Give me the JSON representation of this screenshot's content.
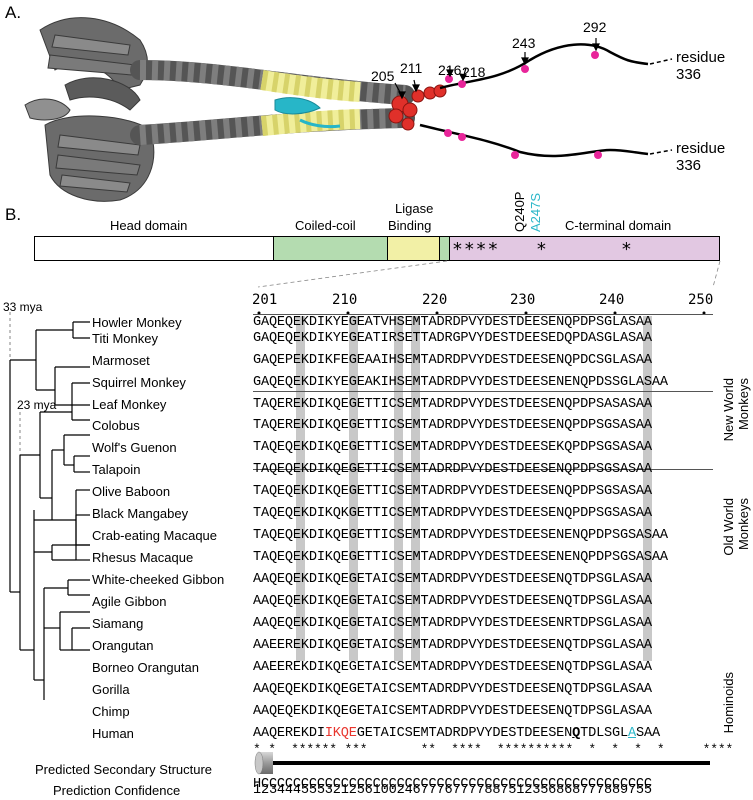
{
  "panel_a": {
    "label": "A.",
    "residue_labels": [
      "205",
      "211",
      "216",
      "218",
      "243",
      "292"
    ],
    "tail_label_1": "residue 336",
    "tail_label_2": "residue 336"
  },
  "panel_b": {
    "label": "B.",
    "domains": {
      "head": "Head domain",
      "coiled": "Coiled-coil",
      "ligase_1": "Ligase",
      "ligase_2": "Binding",
      "cterm": "C-terminal domain",
      "stars_1": "****",
      "stars_2": "*",
      "stars_3": "*"
    },
    "mutations": {
      "m1": "Q240P",
      "m2": "A247S"
    },
    "axis_numbers": [
      "201",
      "210",
      "220",
      "230",
      "240",
      "250"
    ],
    "time_labels": {
      "t1": "33 mya",
      "t2": "23 mya"
    },
    "species": [
      {
        "name": "Howler Monkey",
        "seq": "GAQEQEKDIKYEGEATVHSEMTADRDPVYDESTDEESENQPDPSGLASAA"
      },
      {
        "name": "Titi Monkey",
        "seq": "GAQEQEKDIKYEGEATIRSETTADRGPVYDESTDEESEDQPDASGLASAA"
      },
      {
        "name": "Marmoset",
        "seq": "GAQEPEKDIKFEGEAAIHSEMTADRDPVYDESTDEESENQPDCSGLASAA"
      },
      {
        "name": "Squirrel Monkey",
        "seq": "GAQEQEKDIKYEGEAKIHSEMTADRDPVYDESTDEESENENQPDSSGLASAA"
      },
      {
        "name": "Leaf Monkey",
        "seq": "TAQEREKDIKQEGETTICSEMTADRDPVYDESTDEESENQPDPSASASAA"
      },
      {
        "name": "Colobus",
        "seq": "TAQEREKDIKQEGETTICSEMTADRDPVYDESTDEESENQPDPSGSASAA"
      },
      {
        "name": "Wolf's Guenon",
        "seq": "TAQEQEKDIKQEGETTICSEMTADRDPVYDESTDEESEKQPDPSGSASAA"
      },
      {
        "name": "Talapoin",
        "seq": "TAQEQEKDIKQEGETTICSEMTADRDPVYDESTDEESENQPDPSGSASAA"
      },
      {
        "name": "Olive Baboon",
        "seq": "TAQEQEKDIKQEGETTICSEMTADRDPVYDESTDEESENQPDPSGSASAA"
      },
      {
        "name": "Black Mangabey",
        "seq": "TAQEQEKDIKQKGETTICSEMTADRDPVYDESTDEESENQPDPSGSASAA"
      },
      {
        "name": "Crab-eating Macaque",
        "seq": "TAQEQEKDIKQEGETTICSEMTADRDPVYDESTDEESENENQPDPSGSASAA"
      },
      {
        "name": "Rhesus Macaque",
        "seq": "TAQEQEKDIKQEGETTICSEMTADRDPVYDESTDEESENENQPDPSGSASAA"
      },
      {
        "name": "White-cheeked Gibbon",
        "seq": "AAQEQEKDIKQEGETAICSEMTADRDPVYDESTDEESENQTDPSGLASAA"
      },
      {
        "name": "Agile Gibbon",
        "seq": "AAQEQEKDIKQEGETAICSEMTADRDPVYDESTDEESENQTDPSGLASAA"
      },
      {
        "name": "Siamang",
        "seq": "AAQEQEKDIKQEGETAICSEMTADRDPVYDESTDEESENRTDPSGLASAA"
      },
      {
        "name": "Orangutan",
        "seq": "AAEEREKDIKQEGETAICSEMTADRDPVYDESTDEESENQTDPSGLASAA"
      },
      {
        "name": "Borneo Orangutan",
        "seq": "AAEEREKDIKQEGETAICSEMTADRDPVYDESTDEESENQTDPSGLASAA"
      },
      {
        "name": "Gorilla",
        "seq": "AAQEQEKDIKQEGETAICSEMTADRDPVYDESTDEESENQTDPSGLASAA"
      },
      {
        "name": "Chimp",
        "seq": "AAQEQEKDIKQEGETAICSEMTADRDPVYDESTDEESENQTDPSGLASAA"
      },
      {
        "name": "Human",
        "seq_a": "AAQEREKDI",
        "seq_b": "IKQE",
        "seq_c": "GETAICSEMTADRDPVYDESTDEESEN",
        "seq_d": "Q",
        "seq_e": "TDLSGL",
        "seq_f": "A",
        "seq_g": "SAA"
      }
    ],
    "groups": {
      "new_world_1": "New World",
      "new_world_2": "Monkeys",
      "old_world_1": "Old World",
      "old_world_2": "Monkeys",
      "hominoids": "Hominoids"
    },
    "conservation": "* *  ****** ***       **  ****  **********  *  *  *  *     ****",
    "secondary_structure_label": "Predicted Secondary Structure",
    "secondary_structure_seq": "HCCCCCCCCCCCCCCCCCCCCCCCCCCCCCCCCCCCCCCCCCCCCCCCCC",
    "confidence_label": "Prediction Confidence",
    "confidence_seq": "12344455532125610024677767777887512356868777889755"
  },
  "colors": {
    "helix_dark": "#555555",
    "helix_yellow": "#f0ee9a",
    "cyan": "#27b6c8",
    "red": "#e0302a",
    "magenta": "#e8259a",
    "coiled_fill": "#b4dcb0",
    "ligase_fill": "#f2f0a6",
    "cterm_fill": "#e2c8e2",
    "mut_red": "#e8352d",
    "mut_cyan": "#2bb7c9"
  }
}
